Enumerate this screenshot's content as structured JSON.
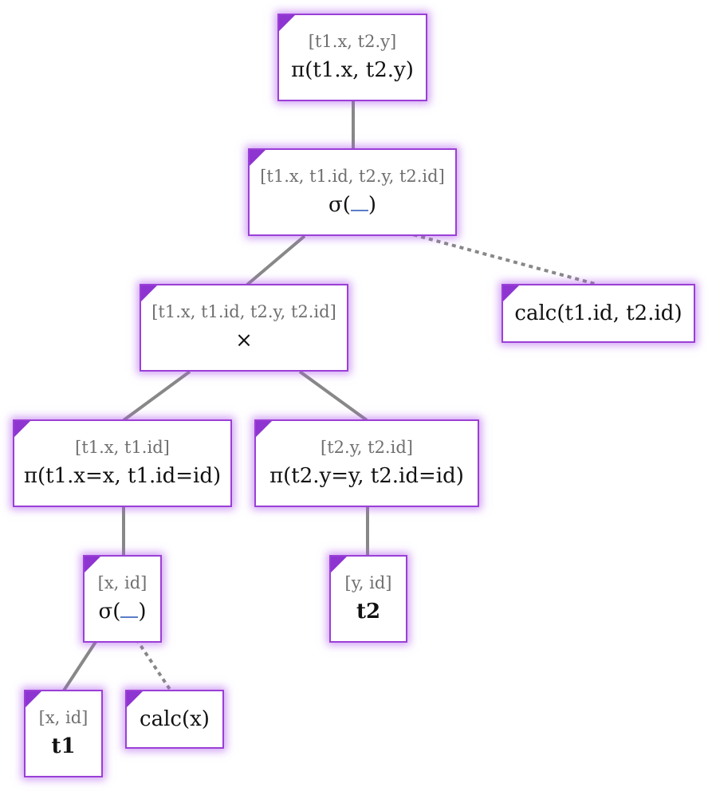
{
  "nodes": {
    "root": {
      "cols": "[t1.x, t2.y]",
      "op": "π(t1.x, t2.y)"
    },
    "sigma_top": {
      "cols": "[t1.x, t1.id, t2.y, t2.id]",
      "op_prefix": "σ(",
      "op_suffix": ")"
    },
    "calc_top": {
      "op": "calc(t1.id, t2.id)"
    },
    "cross": {
      "cols": "[t1.x, t1.id, t2.y, t2.id]",
      "op": "×"
    },
    "proj_left": {
      "cols": "[t1.x, t1.id]",
      "op": "π(t1.x=x, t1.id=id)"
    },
    "proj_right": {
      "cols": "[t2.y, t2.id]",
      "op": "π(t2.y=y, t2.id=id)"
    },
    "sigma_left": {
      "cols": "[x, id]",
      "op_prefix": "σ(",
      "op_suffix": ")"
    },
    "t2": {
      "cols": "[y, id]",
      "op": "t2"
    },
    "t1": {
      "cols": "[x, id]",
      "op": "t1"
    },
    "calc_left": {
      "op": "calc(x)"
    }
  },
  "colors": {
    "node_border": "#9b3fd6",
    "corner_marker": "#8e34d1",
    "edge": "#888888",
    "placeholder_underline": "#5b7dc9"
  }
}
